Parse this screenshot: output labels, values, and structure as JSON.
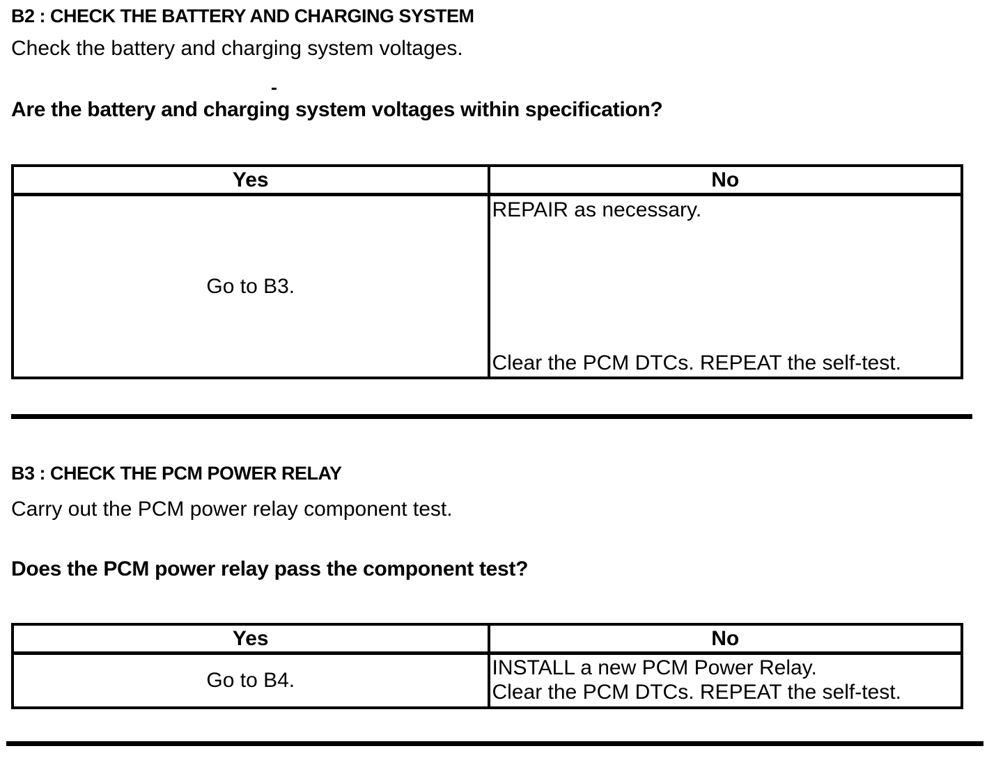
{
  "colors": {
    "background": "#ffffff",
    "text": "#000000",
    "table_border": "#000000"
  },
  "sections": [
    {
      "id": "B2",
      "heading": "B2 : CHECK THE BATTERY AND CHARGING SYSTEM",
      "instruction": "Check the battery and charging system voltages.",
      "question": "Are the battery and charging system voltages within specification?",
      "table": {
        "headers": [
          "Yes",
          "No"
        ],
        "yes_result": "Go to B3.",
        "no_results": [
          "REPAIR as necessary.",
          "Clear the PCM DTCs. REPEAT the self-test."
        ]
      }
    },
    {
      "id": "B3",
      "heading": "B3 : CHECK THE PCM POWER RELAY",
      "instruction": "Carry out the PCM power relay component test.",
      "question": "Does the PCM power relay pass the component test?",
      "table": {
        "headers": [
          "Yes",
          "No"
        ],
        "yes_result": "Go to B4.",
        "no_results": [
          "INSTALL a new PCM Power Relay.",
          "Clear the PCM DTCs. REPEAT the self-test."
        ]
      }
    }
  ]
}
